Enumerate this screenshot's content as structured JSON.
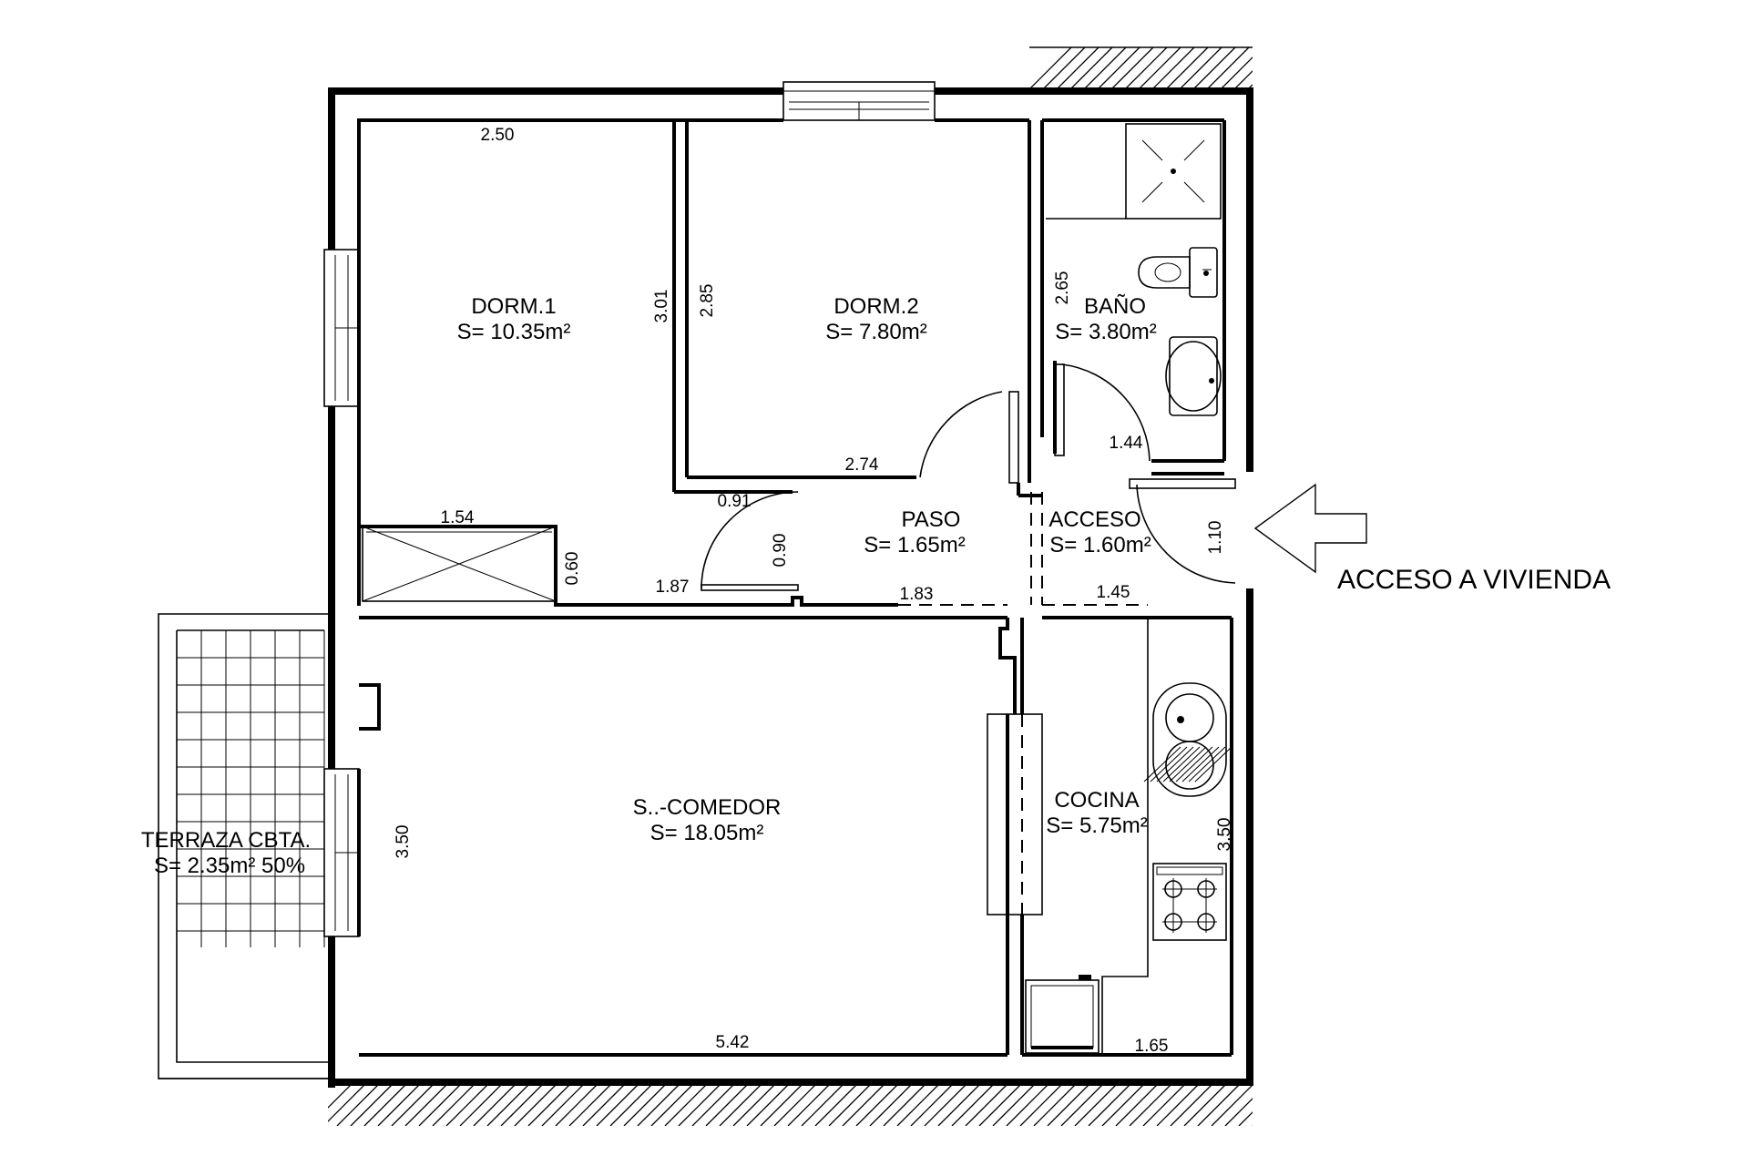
{
  "rooms": {
    "dorm1": {
      "name": "DORM.1",
      "area": "S= 10.35m²"
    },
    "dorm2": {
      "name": "DORM.2",
      "area": "S= 7.80m²"
    },
    "bano": {
      "name": "BAÑO",
      "area": "S= 3.80m²"
    },
    "paso": {
      "name": "PASO",
      "area": "S= 1.65m²"
    },
    "acceso": {
      "name": "ACCESO",
      "area": "S= 1.60m²"
    },
    "salon": {
      "name": "S..-COMEDOR",
      "area": "S= 18.05m²"
    },
    "cocina": {
      "name": "COCINA",
      "area": "S= 5.75m²"
    },
    "terraza": {
      "name": "TERRAZA CBTA.",
      "area": "S= 2.35m² 50%"
    }
  },
  "dimensions": {
    "dorm1_width": "2.50",
    "dorm1_height": "3.01",
    "dorm2_height": "2.85",
    "dorm2_width": "2.74",
    "bano_height": "2.65",
    "bano_width": "1.44",
    "acceso_depth": "1.10",
    "paso_a": "0.91",
    "paso_b": "0.90",
    "paso_c": "1.87",
    "paso_d": "1.83",
    "acceso_width": "1.45",
    "closet_width": "1.54",
    "closet_depth": "0.60",
    "salon_height": "3.50",
    "salon_width": "5.42",
    "cocina_height": "3.50",
    "cocina_width": "1.65"
  },
  "entrance": {
    "label": "ACCESO A VIVIENDA"
  },
  "icons": {
    "entrance_arrow": "arrow-left-icon",
    "shower": "shower-tray-icon",
    "toilet": "toilet-icon",
    "washbasin": "washbasin-icon",
    "sink": "kitchen-sink-icon",
    "cooktop": "cooktop-icon",
    "fridge": "fridge-icon"
  }
}
